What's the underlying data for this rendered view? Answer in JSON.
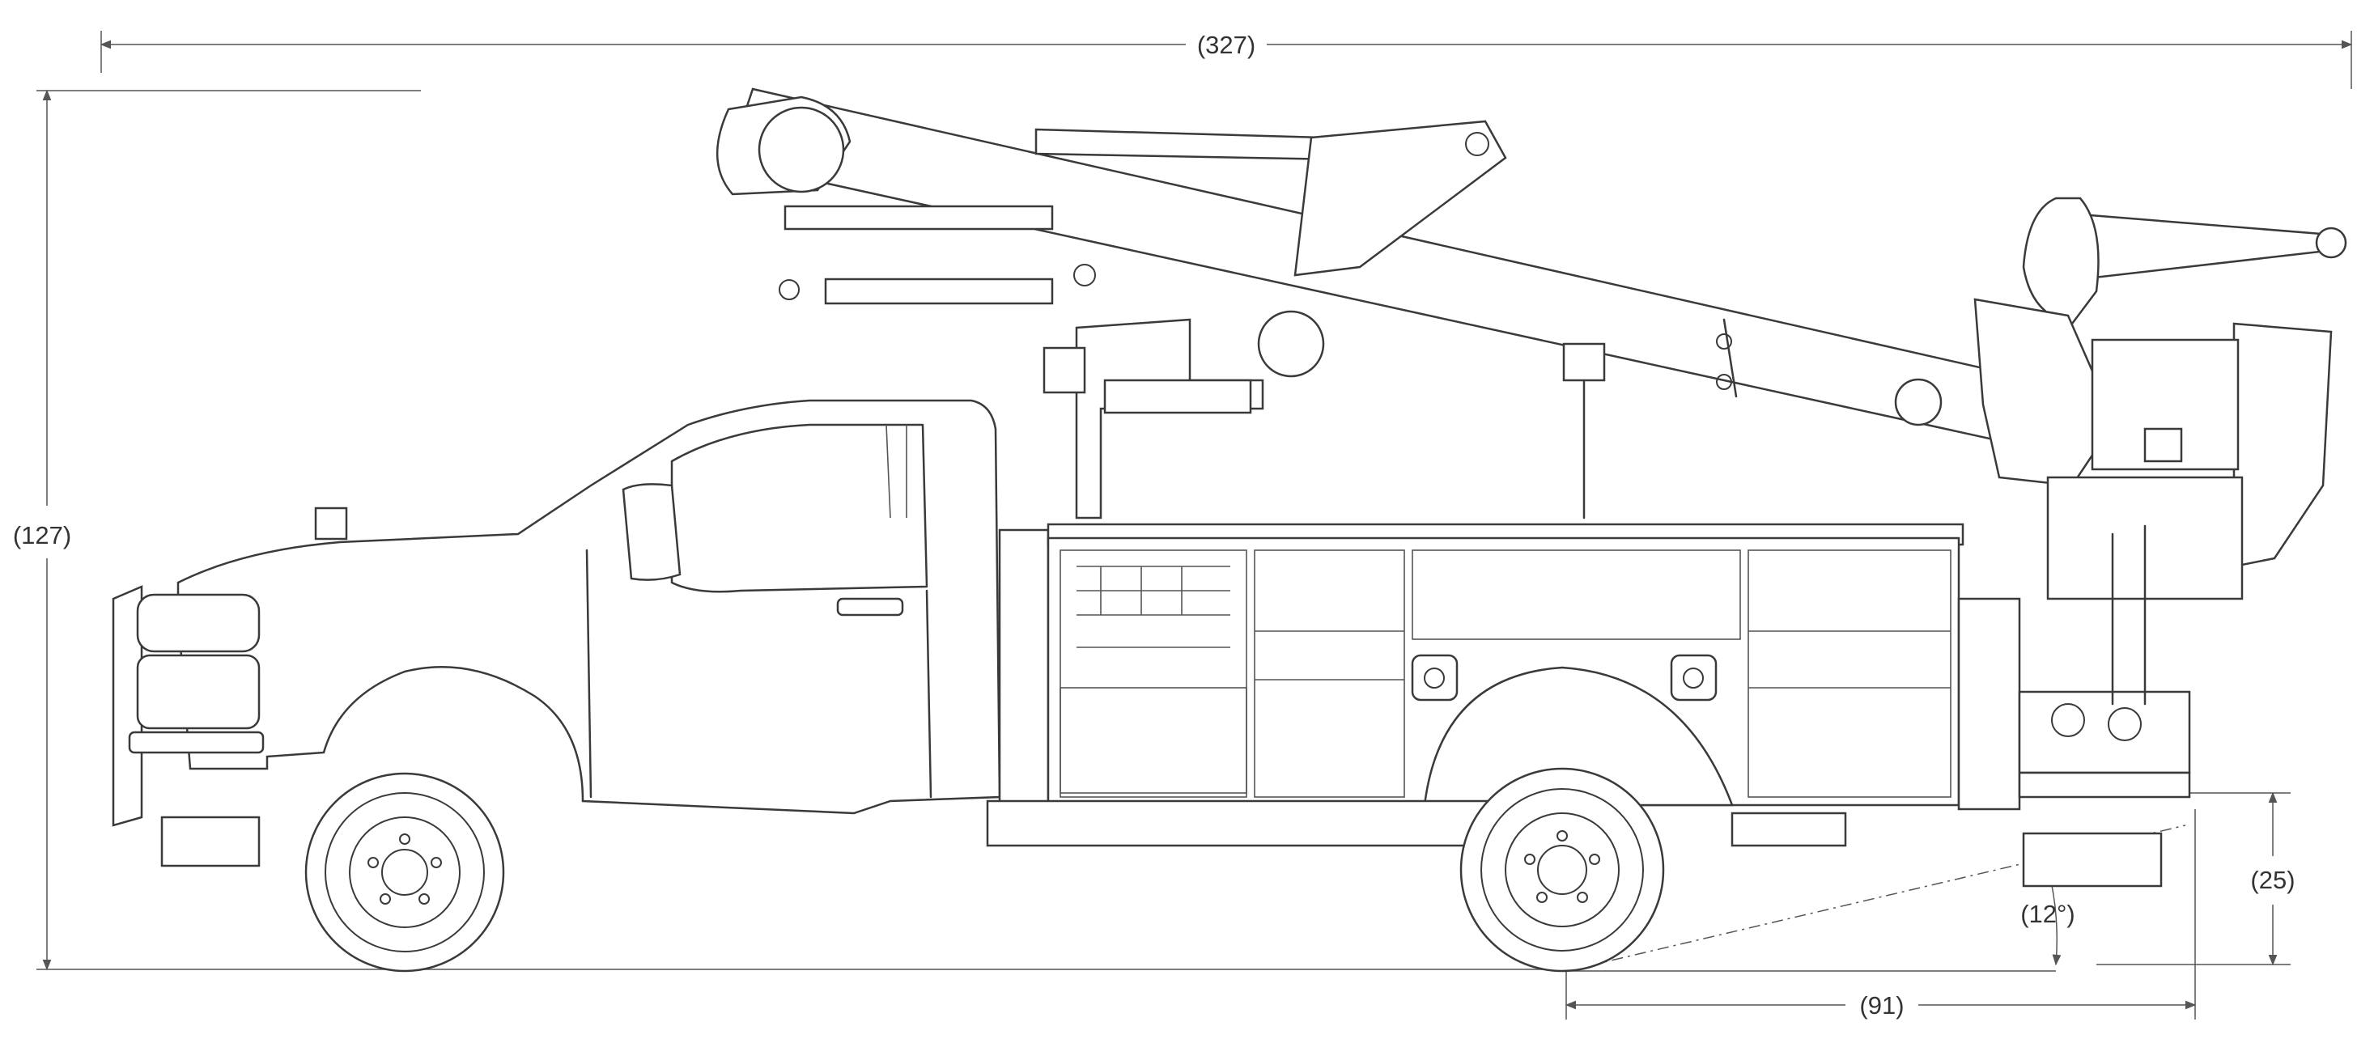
{
  "dimensions": {
    "overall_length": "(327)",
    "overall_height": "(127)",
    "rear_overhang": "(91)",
    "step_height": "(25)",
    "departure_angle": "(12°)"
  }
}
